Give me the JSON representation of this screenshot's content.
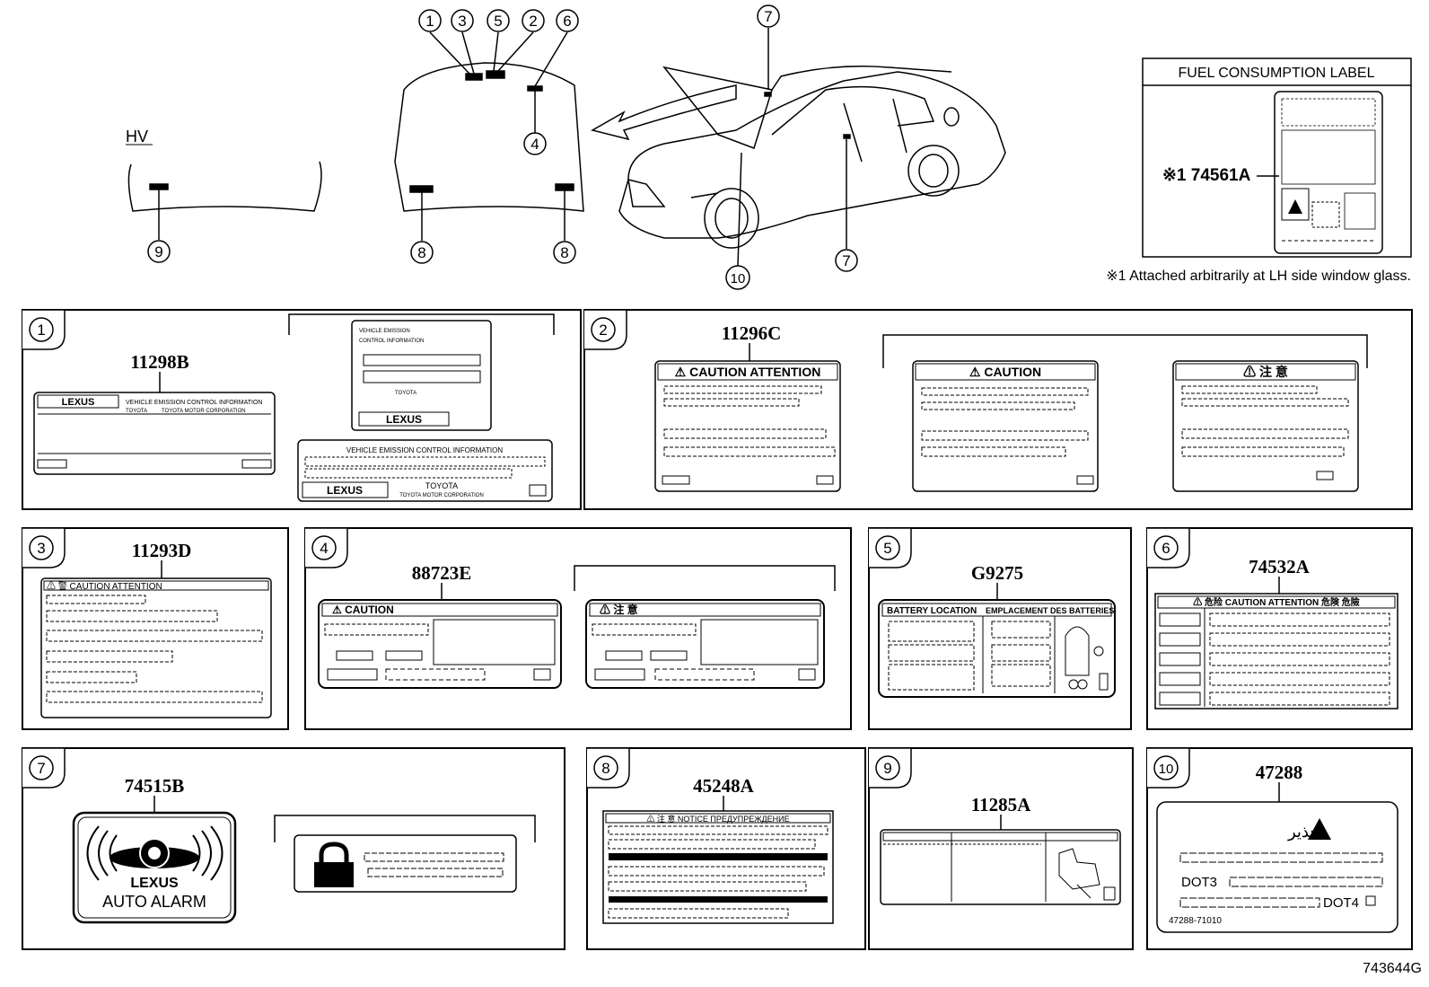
{
  "diagram_code": "743644G",
  "hv_label": "HV",
  "fuel_label": {
    "title": "FUEL CONSUMPTION LABEL",
    "part": "※1 74561A"
  },
  "footnote": "※1  Attached arbitrarily at LH side window glass.",
  "callouts": {
    "c1": "1",
    "c2": "2",
    "c3": "3",
    "c4": "4",
    "c5": "5",
    "c6": "6",
    "c7": "7",
    "c8": "8",
    "c9": "9",
    "c10": "10"
  },
  "panels": [
    {
      "num": "1",
      "part": "11298B",
      "texts": {
        "vehicle_emission": "VEHICLE EMISSION CONTROL INFORMATION",
        "toyota": "TOYOTA",
        "tmc": "TOYOTA MOTOR CORPORATION",
        "lexus": "LEXUS",
        "small1": "VEHICLE EMISSION",
        "small2": "CONTROL INFORMATION",
        "small3": "TOYOTA"
      }
    },
    {
      "num": "2",
      "part": "11296C",
      "texts": {
        "caution_attention": "⚠ CAUTION  ATTENTION",
        "caution": "⚠ CAUTION",
        "jp": "⚠ 注  意"
      }
    },
    {
      "num": "3",
      "part": "11293D",
      "texts": {
        "header": "⚠ 警 CAUTION ATTENTION"
      }
    },
    {
      "num": "4",
      "part": "88723E",
      "texts": {
        "caution": "⚠ CAUTION",
        "jp": "⚠ 注 意"
      }
    },
    {
      "num": "5",
      "part": "G9275",
      "texts": {
        "battery": "BATTERY LOCATION",
        "emplacement": "EMPLACEMENT DES BATTERIES"
      }
    },
    {
      "num": "6",
      "part": "74532A",
      "texts": {
        "header": "⚠ 危险 CAUTION ATTENTION 危険 危險"
      }
    },
    {
      "num": "7",
      "part": "74515B",
      "texts": {
        "lexus": "LEXUS",
        "alarm": "AUTO ALARM"
      }
    },
    {
      "num": "8",
      "part": "45248A",
      "texts": {
        "header": "⚠ 注 意 NOTICE  ПРЕДУПРЕЖДЕНИЕ"
      }
    },
    {
      "num": "9",
      "part": "11285A"
    },
    {
      "num": "10",
      "part": "47288",
      "texts": {
        "arabic": "تحذير",
        "dot3": "DOT3",
        "dot4": "DOT4",
        "code": "47288-71010"
      }
    }
  ]
}
